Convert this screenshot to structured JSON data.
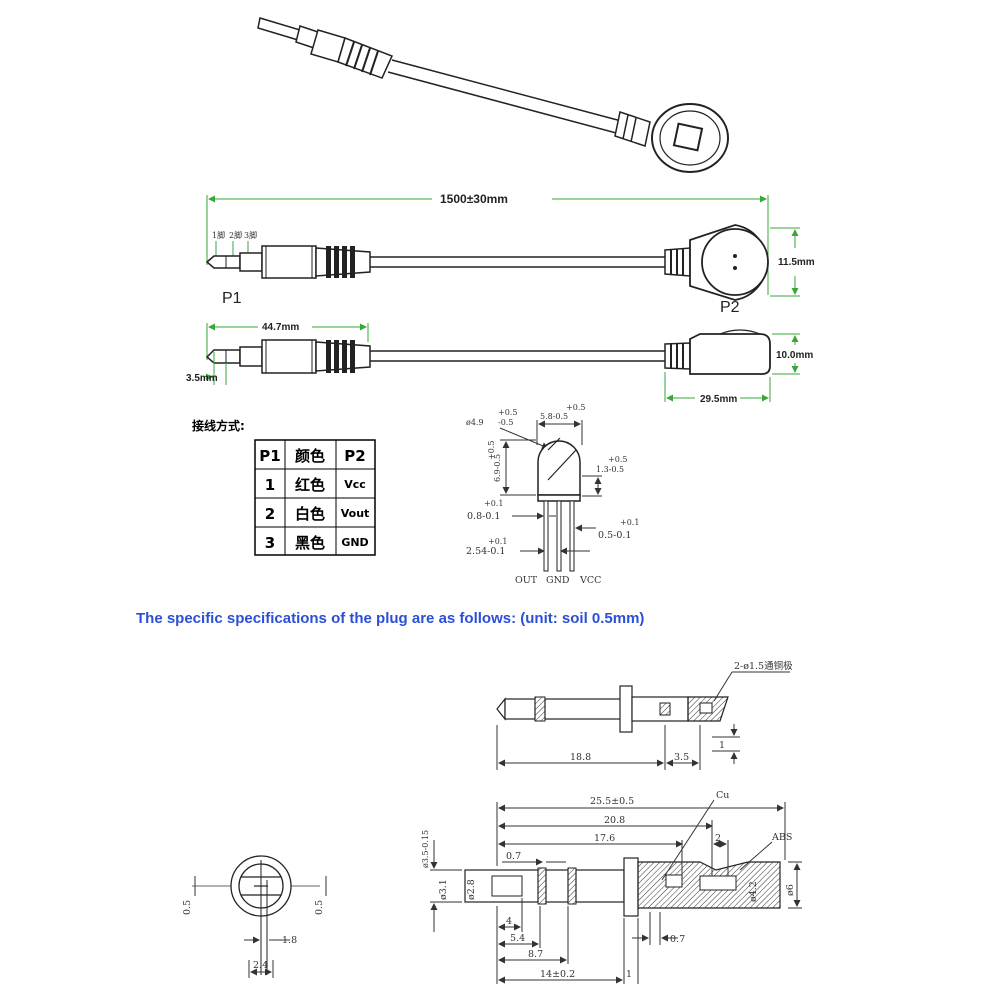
{
  "cable": {
    "total_length": "1500±30mm",
    "pin_labels": [
      "1脚",
      "2脚",
      "3脚"
    ],
    "p1_label": "P1",
    "p2_label": "P2",
    "head_height_top": "11.5mm",
    "head_height_side": "10.0mm",
    "plug_length": "44.7mm",
    "plug_diameter": "3.5mm",
    "head_length": "29.5mm"
  },
  "wiring": {
    "heading": "接线方式:",
    "headers": [
      "P1",
      "颜色",
      "P2"
    ],
    "rows": [
      [
        "1",
        "红色",
        "Vcc"
      ],
      [
        "2",
        "白色",
        "Vout"
      ],
      [
        "3",
        "黑色",
        "GND"
      ]
    ]
  },
  "receiver": {
    "dia_label": "ø4.9",
    "dia_tol_plus": "+0.5",
    "dia_tol_minus": "-0.5",
    "width_top_tol": "+0.5",
    "width_top": "5.8-0.5",
    "height_tol": "+0.5",
    "height": "6.9-0.5",
    "side_tol": "+0.5",
    "side": "1.3-0.5",
    "pin_w_tol": "+0.1",
    "pin_w": "0.8-0.1",
    "pin_t_tol": "+0.1",
    "pin_t": "0.5-0.1",
    "pitch_tol": "+0.1",
    "pitch": "2.54-0.1",
    "pins": [
      "OUT",
      "GND",
      "VCC"
    ]
  },
  "caption": "The specific specifications of the plug are as follows: (unit: soil 0.5mm)",
  "plug_top": {
    "note": "2-ø1.5通铜极",
    "len_a": "18.8",
    "len_b": "3.5",
    "len_c": "1"
  },
  "plug_side": {
    "overall": "25.5±0.5",
    "cu": "Cu",
    "abs": "ABS",
    "len_20_8": "20.8",
    "len_17_6": "17.6",
    "len_2": "2",
    "tip_0_7": "0.7",
    "dia_3_5": "ø3.5-0.15",
    "dia_3_1": "ø3.1",
    "dia_2_8": "ø2.8",
    "dia_4_2": "ø4.2",
    "dia_6": "ø6",
    "len_4": "4",
    "len_5_4": "5.4",
    "len_8_7": "8.7",
    "len_0_7b": "0.7",
    "len_14": "14±0.2",
    "len_1": "1"
  },
  "plug_end": {
    "left": "0.5",
    "right": "0.5",
    "slot": "1.8",
    "bottom": "2.4"
  }
}
